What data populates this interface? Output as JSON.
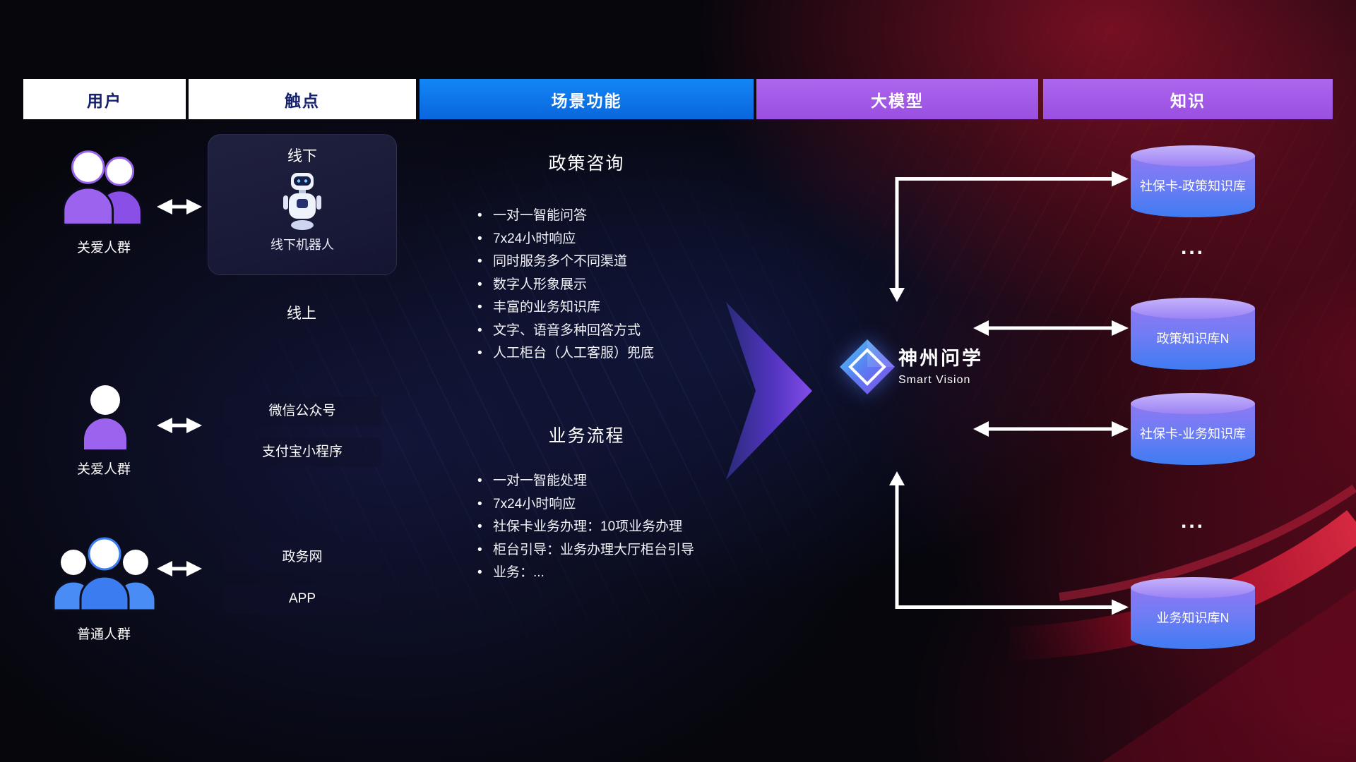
{
  "header": {
    "columns": [
      {
        "label": "用户"
      },
      {
        "label": "触点"
      },
      {
        "label": "场景功能"
      },
      {
        "label": "大模型"
      },
      {
        "label": "知识"
      }
    ]
  },
  "users": [
    {
      "label": "关爱人群",
      "icon": "users-group-purple"
    },
    {
      "label": "关爱人群",
      "icon": "user-single-purple"
    },
    {
      "label": "普通人群",
      "icon": "users-group-blue"
    }
  ],
  "touchpoints": {
    "offline_card": {
      "title": "线下",
      "caption": "线下机器人",
      "icon": "robot-icon"
    },
    "online_label": "线上",
    "channels": [
      "微信公众号",
      "支付宝小程序",
      "政务网",
      "APP"
    ]
  },
  "scenarios": [
    {
      "title": "政策咨询",
      "items": [
        "一对一智能问答",
        "7x24小时响应",
        "同时服务多个不同渠道",
        "数字人形象展示",
        "丰富的业务知识库",
        "文字、语音多种回答方式",
        "人工柜台（人工客服）兜底"
      ]
    },
    {
      "title": "业务流程",
      "items": [
        "一对一智能处理",
        "7x24小时响应",
        "社保卡业务办理：10项业务办理",
        "柜台引导：业务办理大厅柜台引导",
        "业务：..."
      ]
    }
  ],
  "model": {
    "name": "神州问学",
    "subtitle": "Smart Vision",
    "icon": "diamond-logo"
  },
  "knowledge": {
    "databases": [
      "社保卡-政策知识库",
      "政策知识库N",
      "社保卡-业务知识库",
      "业务知识库N"
    ],
    "ellipsis": "..."
  },
  "colors": {
    "header_users_bg": "#ffffff",
    "header_users_text": "#15206e",
    "header_scene_bg": "#0a6fe8",
    "header_model_bg": "#a55ce8",
    "accent_purple": "#9b63ee",
    "accent_blue": "#3b7df0",
    "db_top": "#b3a0f8",
    "db_bottom": "#3f7bf2",
    "flow_arrow": "#ffffff",
    "transform_arrow": "#8a50f2",
    "glow_red": "#c81432"
  }
}
